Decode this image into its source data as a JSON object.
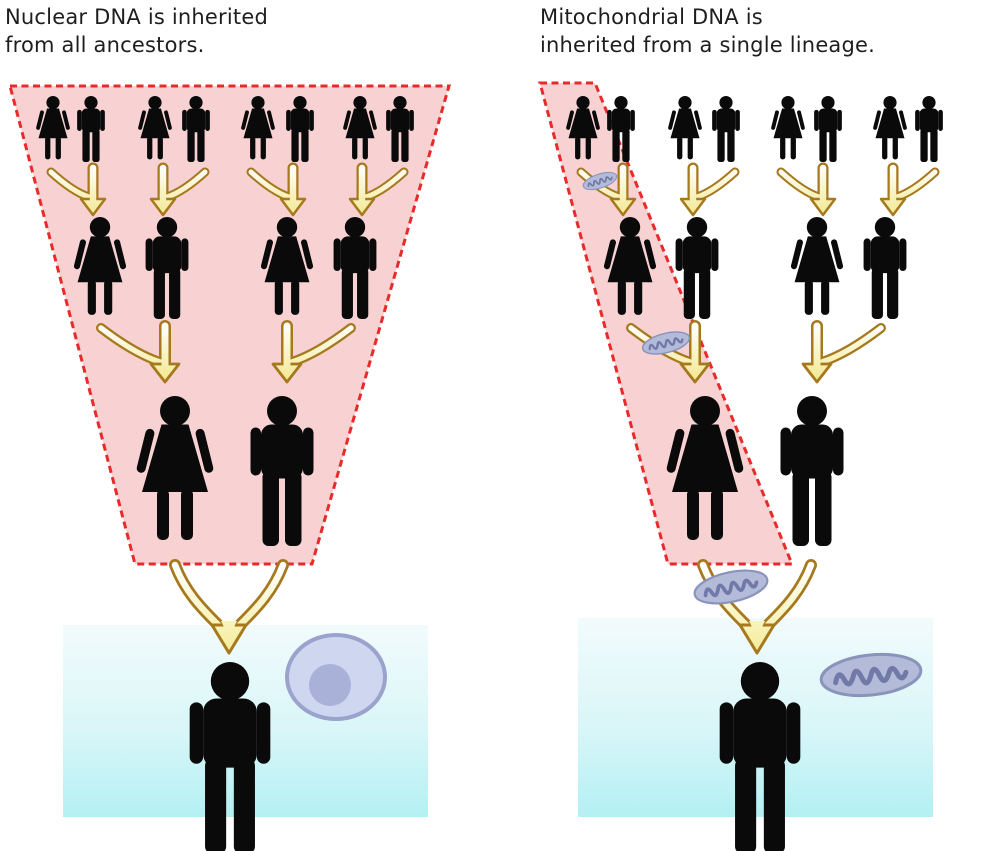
{
  "figure": {
    "type": "genetic-inheritance-diagram",
    "left_panel": {
      "title": "Nuclear DNA is inherited\nfrom all ancestors.",
      "highlight_region": "all ancestors enclosed by pink dashed trapezoid",
      "generations": [
        {
          "couples": 4,
          "members": [
            "woman",
            "man"
          ]
        },
        {
          "couples": 2,
          "members": [
            "woman",
            "man"
          ]
        },
        {
          "couples": 1,
          "members": [
            "woman",
            "man"
          ]
        },
        {
          "children": 1,
          "members": [
            "man"
          ]
        }
      ],
      "legend_icon": "cell-icon"
    },
    "right_panel": {
      "title": "Mitochondrial DNA is\ninherited from a single lineage.",
      "highlight_region": "single maternal lineage enclosed by pink dashed band",
      "generations": [
        {
          "couples": 4,
          "members": [
            "woman",
            "man"
          ]
        },
        {
          "couples": 2,
          "members": [
            "woman",
            "man"
          ]
        },
        {
          "couples": 1,
          "members": [
            "woman",
            "man"
          ]
        },
        {
          "children": 1,
          "members": [
            "man"
          ]
        }
      ],
      "legend_icon": "mitochondrion-icon",
      "mitochondrion_count": 4
    },
    "colors": {
      "background": "#ffffff",
      "title_text": "#1e1e1e",
      "highlight_fill": "#f8d2d2",
      "highlight_border": "#ea2a2a",
      "person_silhouette": "#0a0a0a",
      "arrow_outline": "#a6791e",
      "arrow_fill_top": "#ffffff",
      "arrow_fill_bottom": "#f5ee9a",
      "mitochondrion_fill": "#b3bbd8",
      "mitochondrion_line": "#7079a8",
      "cell_fill": "#ced6f0",
      "cell_border": "#9aa3cc",
      "nucleus_fill": "#aab1d8",
      "box_gradient_top": "#f2fbfc",
      "box_gradient_bottom": "#b4f0f3"
    }
  }
}
